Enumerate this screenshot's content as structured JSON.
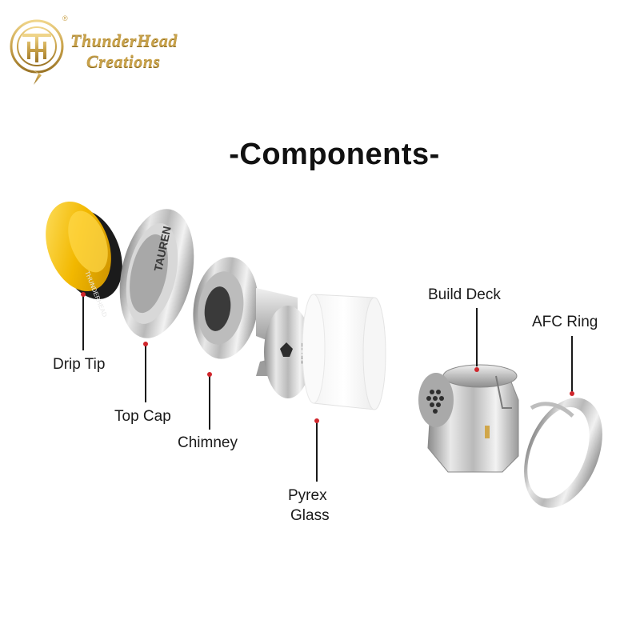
{
  "brand": {
    "logo_icon": "th-monogram-logo",
    "line1": "ThunderHead",
    "line2": "Creations",
    "registered_mark": "®",
    "color": "#c9a24a"
  },
  "title": "-Components-",
  "components": [
    {
      "id": "drip-tip",
      "label": "Drip Tip"
    },
    {
      "id": "top-cap",
      "label": "Top Cap"
    },
    {
      "id": "chimney",
      "label": "Chimney"
    },
    {
      "id": "pyrex-glass",
      "label_line1": "Pyrex",
      "label_line2": "Glass"
    },
    {
      "id": "build-deck",
      "label": "Build Deck"
    },
    {
      "id": "afc-ring",
      "label": "AFC Ring"
    }
  ],
  "engravings": {
    "drip_tip_band": "THUNDERHEAD",
    "top_cap": "TAUREN",
    "chimney_badge": "BEAST"
  },
  "colors": {
    "marker_dot": "#d0262c",
    "leader_line": "#1a1a1a",
    "drip_tip_resin": "#f2b800",
    "steel": "#c8c8c8"
  }
}
